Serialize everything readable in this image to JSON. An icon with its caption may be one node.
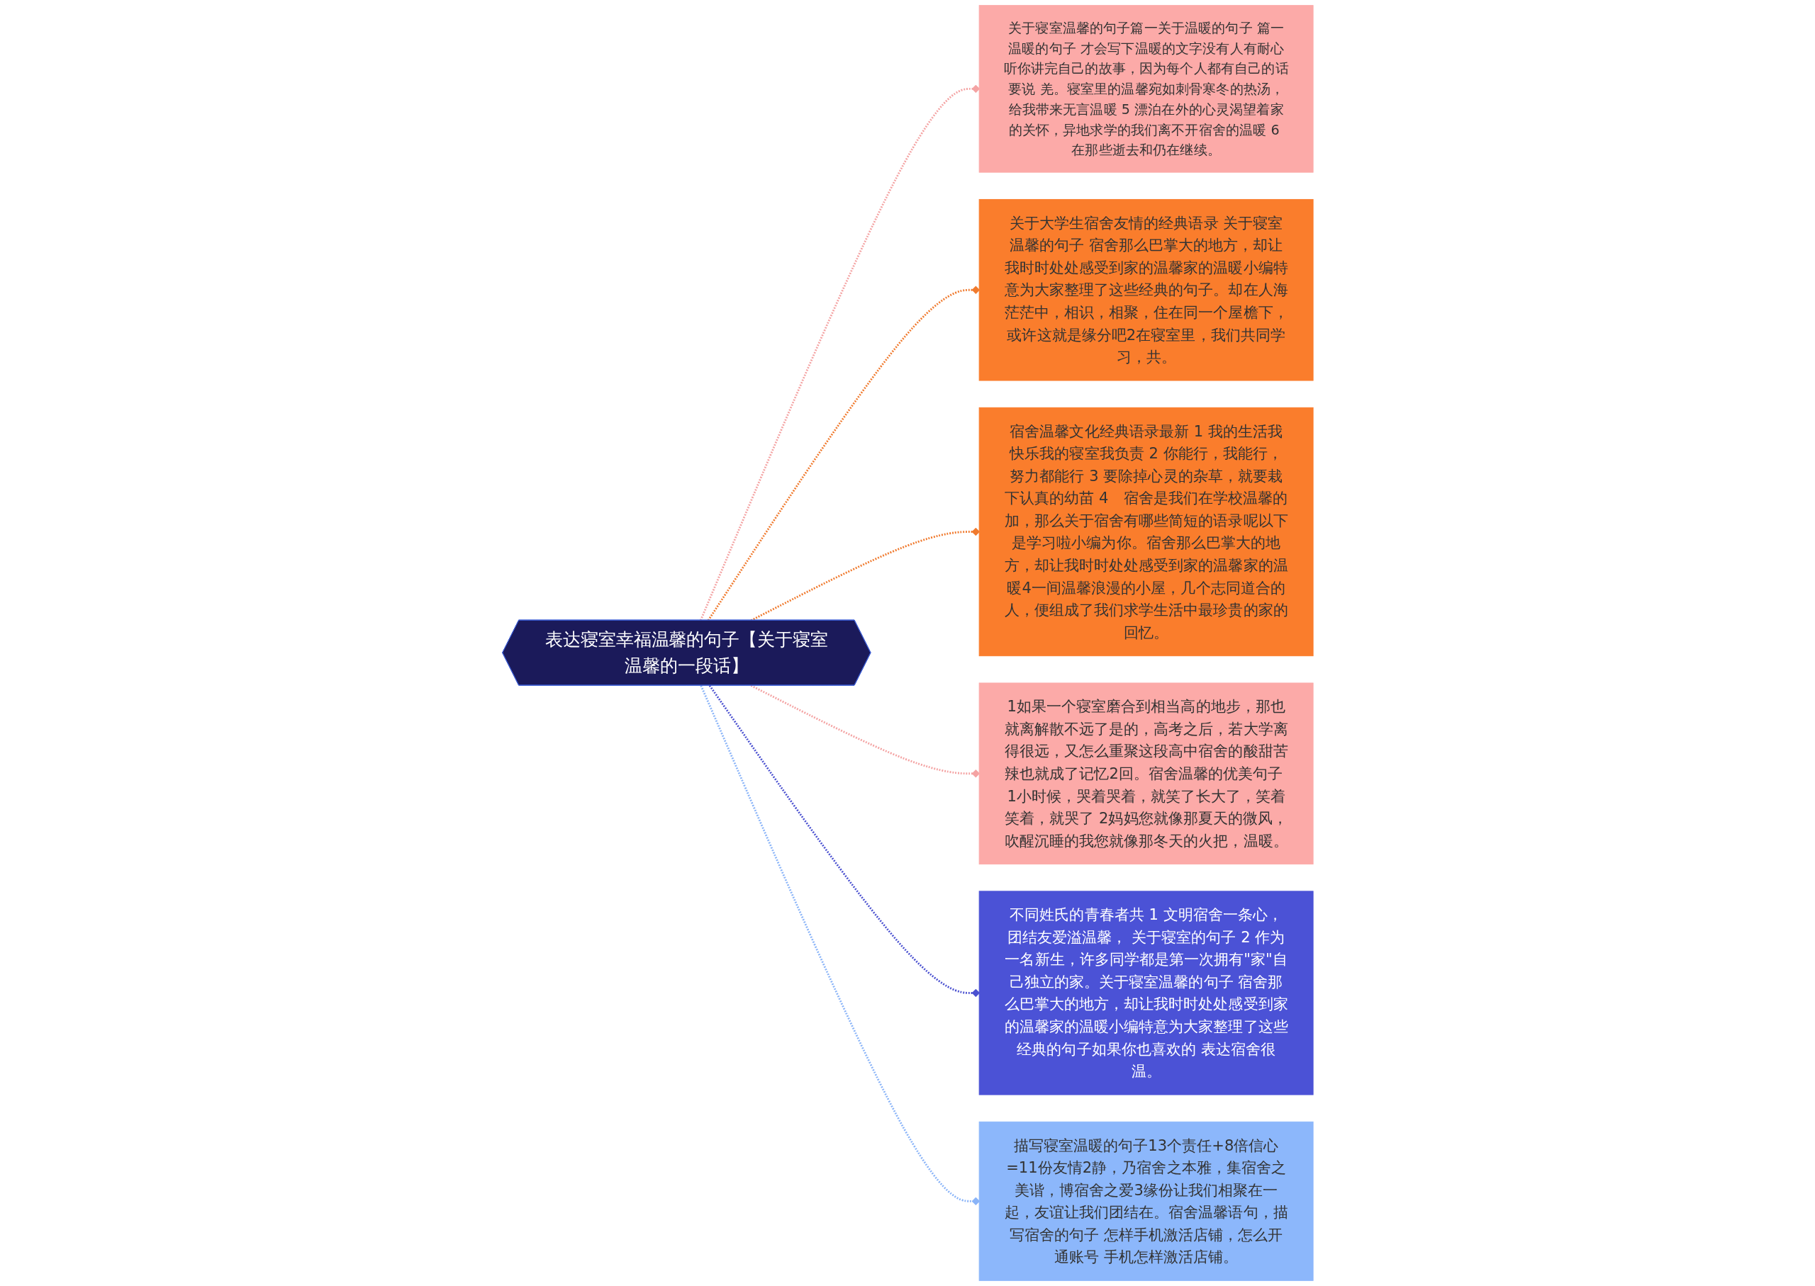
{
  "diagram": {
    "nodes": [
      {
        "text": [
          "表达寝室幸福温馨的句子【关于寝室温馨的一段话】"
        ]
      },
      {
        "text": [
          "关于寝室温馨的句子篇一关于温暖的句子 篇一温暖的句子 才会写下温暖的文字没有人有耐心听你讲完自己的故事，因为每个人都有自己的话要说 羌。寝室里的温馨宛如刺骨寒冬的热汤，给我带来无言温暖 5 漂泊在外的心灵渴望着家的关怀，异地求学的我们离不开宿舍的温暖 6 在那些逝去和仍在继续。"
        ]
      },
      {
        "text": [
          "关于大学生宿舍友情的经典语录 关于寝室温馨的句子 宿舍那么巴掌大的地方，却让我时时处处感受到家的温馨家的温暖小编特意为大家整理了这些经典的句子。却在人海茫茫中，相识，相聚，住在同一个屋檐下，或许这就是缘分吧2在寝室里，我们共同学习，共。"
        ]
      },
      {
        "text": [
          "宿舍温馨文化经典语录最新 1 我的生活我快乐我的寝室我负责 2 你能行，我能行，努力都能行 3 要除掉心灵的杂草，就要栽下认真的幼苗 4　宿舍是我们在学校温馨的加，那么关于宿舍有哪些简短的语录呢以下是学习啦小编为你。宿舍那么巴掌大的地方，却让我时时处处感受到家的温馨家的温暖4一间温馨浪漫的小屋，几个志同道合的人，便组成了我们求学生活中最珍贵的家的回忆。"
        ]
      },
      {
        "text": [
          "1如果一个寝室磨合到相当高的地步，那也就离解散不远了是的，高考之后，若大学离得很远，又怎么重聚这段高中宿舍的酸甜苦辣也就成了记忆2回。宿舍温馨的优美句子 1小时候，哭着哭着，就笑了长大了，笑着笑着，就哭了 2妈妈您就像那夏天的微风，吹醒沉睡的我您就像那冬天的火把，温暖。"
        ]
      },
      {
        "text": [
          "不同姓氏的青春者共 1 文明宿舍一条心，团结友爱溢温馨， 关于寝室的句子 2 作为一名新生，许多同学都是第一次拥有\"家\"自己独立的家。关于寝室温馨的句子 宿舍那么巴掌大的地方，却让我时时处处感受到家的温馨家的温暖小编特意为大家整理了这些经典的句子如果你也喜欢的 表达宿舍很温。"
        ]
      },
      {
        "text": [
          "描写寝室温暖的句子13个责任+8倍信心=11份友情2静，乃宿舍之本雅，集宿舍之美谐，博宿舍之爱3缘份让我们相聚在一起，友谊让我们团结在。宿舍温馨语句，描写宿舍的句子 怎样手机激活店铺，怎么开通账号 手机怎样激活店铺。"
        ]
      }
    ],
    "edges": [
      {
        "from": 0,
        "to": 1,
        "arrow": "other",
        "style": "dashed",
        "color": "#f4a3a3"
      },
      {
        "from": 0,
        "to": 2,
        "arrow": "other",
        "style": "dashed",
        "color": "#f07a2e"
      },
      {
        "from": 0,
        "to": 3,
        "arrow": "other",
        "style": "dashed",
        "color": "#f07a2e"
      },
      {
        "from": 0,
        "to": 4,
        "arrow": "other",
        "style": "dashed",
        "color": "#f4a3a3"
      },
      {
        "from": 0,
        "to": 5,
        "arrow": "other",
        "style": "dashed",
        "color": "#4a50d0"
      },
      {
        "from": 0,
        "to": 6,
        "arrow": "other",
        "style": "dashed",
        "color": "#8ab4f8"
      }
    ]
  }
}
